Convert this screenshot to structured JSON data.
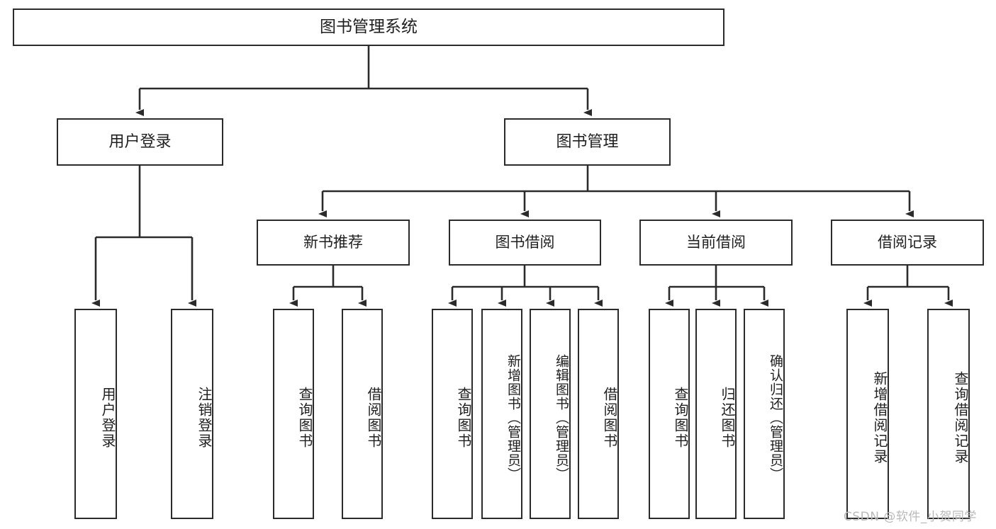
{
  "diagram": {
    "title": "图书管理系统",
    "type": "tree",
    "orientation": "top-down",
    "colors": {
      "box_border": "#2b2b2b",
      "box_fill": "#ffffff",
      "edge": "#2b2b2b",
      "background": "#ffffff",
      "watermark": "#b9b9b9"
    },
    "root": {
      "label": "图书管理系统"
    },
    "level1": [
      {
        "label": "用户登录"
      },
      {
        "label": "图书管理"
      }
    ],
    "level2": [
      {
        "label": "新书推荐"
      },
      {
        "label": "图书借阅"
      },
      {
        "label": "当前借阅"
      },
      {
        "label": "借阅记录"
      }
    ],
    "leaves": {
      "user_login": [
        {
          "label": "用户登录"
        },
        {
          "label": "注销登录"
        }
      ],
      "new_book_recommend": [
        {
          "label": "查询图书"
        },
        {
          "label": "借阅图书"
        }
      ],
      "book_borrow": [
        {
          "label": "查询图书"
        },
        {
          "label": "新增图书（管理员）"
        },
        {
          "label": "编辑图书（管理员）"
        },
        {
          "label": "借阅图书"
        }
      ],
      "current_borrow": [
        {
          "label": "查询图书"
        },
        {
          "label": "归还图书"
        },
        {
          "label": "确认归还（管理员）"
        }
      ],
      "borrow_record": [
        {
          "label": "新增借阅记录"
        },
        {
          "label": "查询借阅记录"
        }
      ]
    }
  },
  "watermark": {
    "text": "CSDN @软件_小贺同学"
  }
}
